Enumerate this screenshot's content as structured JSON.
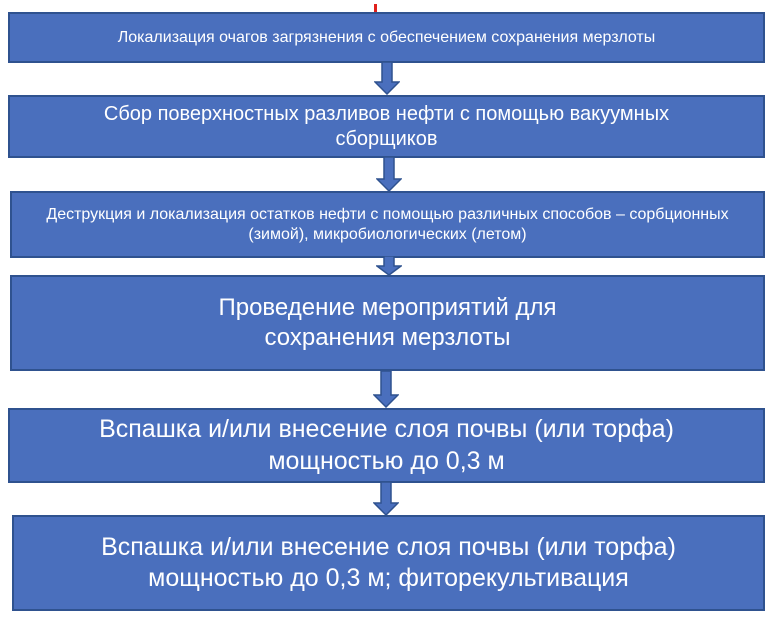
{
  "steps": [
    {
      "text": "Локализация очагов загрязнения с обеспечением сохранения мерзлоты"
    },
    {
      "text": "Сбор поверхностных разливов нефти с помощью вакуумных сборщиков"
    },
    {
      "text": "Деструкция и локализация остатков нефти с помощью различных способов – сорбционных (зимой), микробиологических (летом)"
    },
    {
      "text": "Проведение мероприятий для сохранения мерзлоты"
    },
    {
      "text": "Вспашка и/или внесение слоя почвы (или торфа) мощностью до 0,3 м"
    },
    {
      "text": "Вспашка и/или внесение слоя почвы (или торфа) мощностью до 0,3 м;  фиторекультивация"
    }
  ],
  "colors": {
    "box_fill": "#4a6fbd",
    "box_border": "#2f528f",
    "text": "#ffffff",
    "mark": "#e0201b"
  }
}
